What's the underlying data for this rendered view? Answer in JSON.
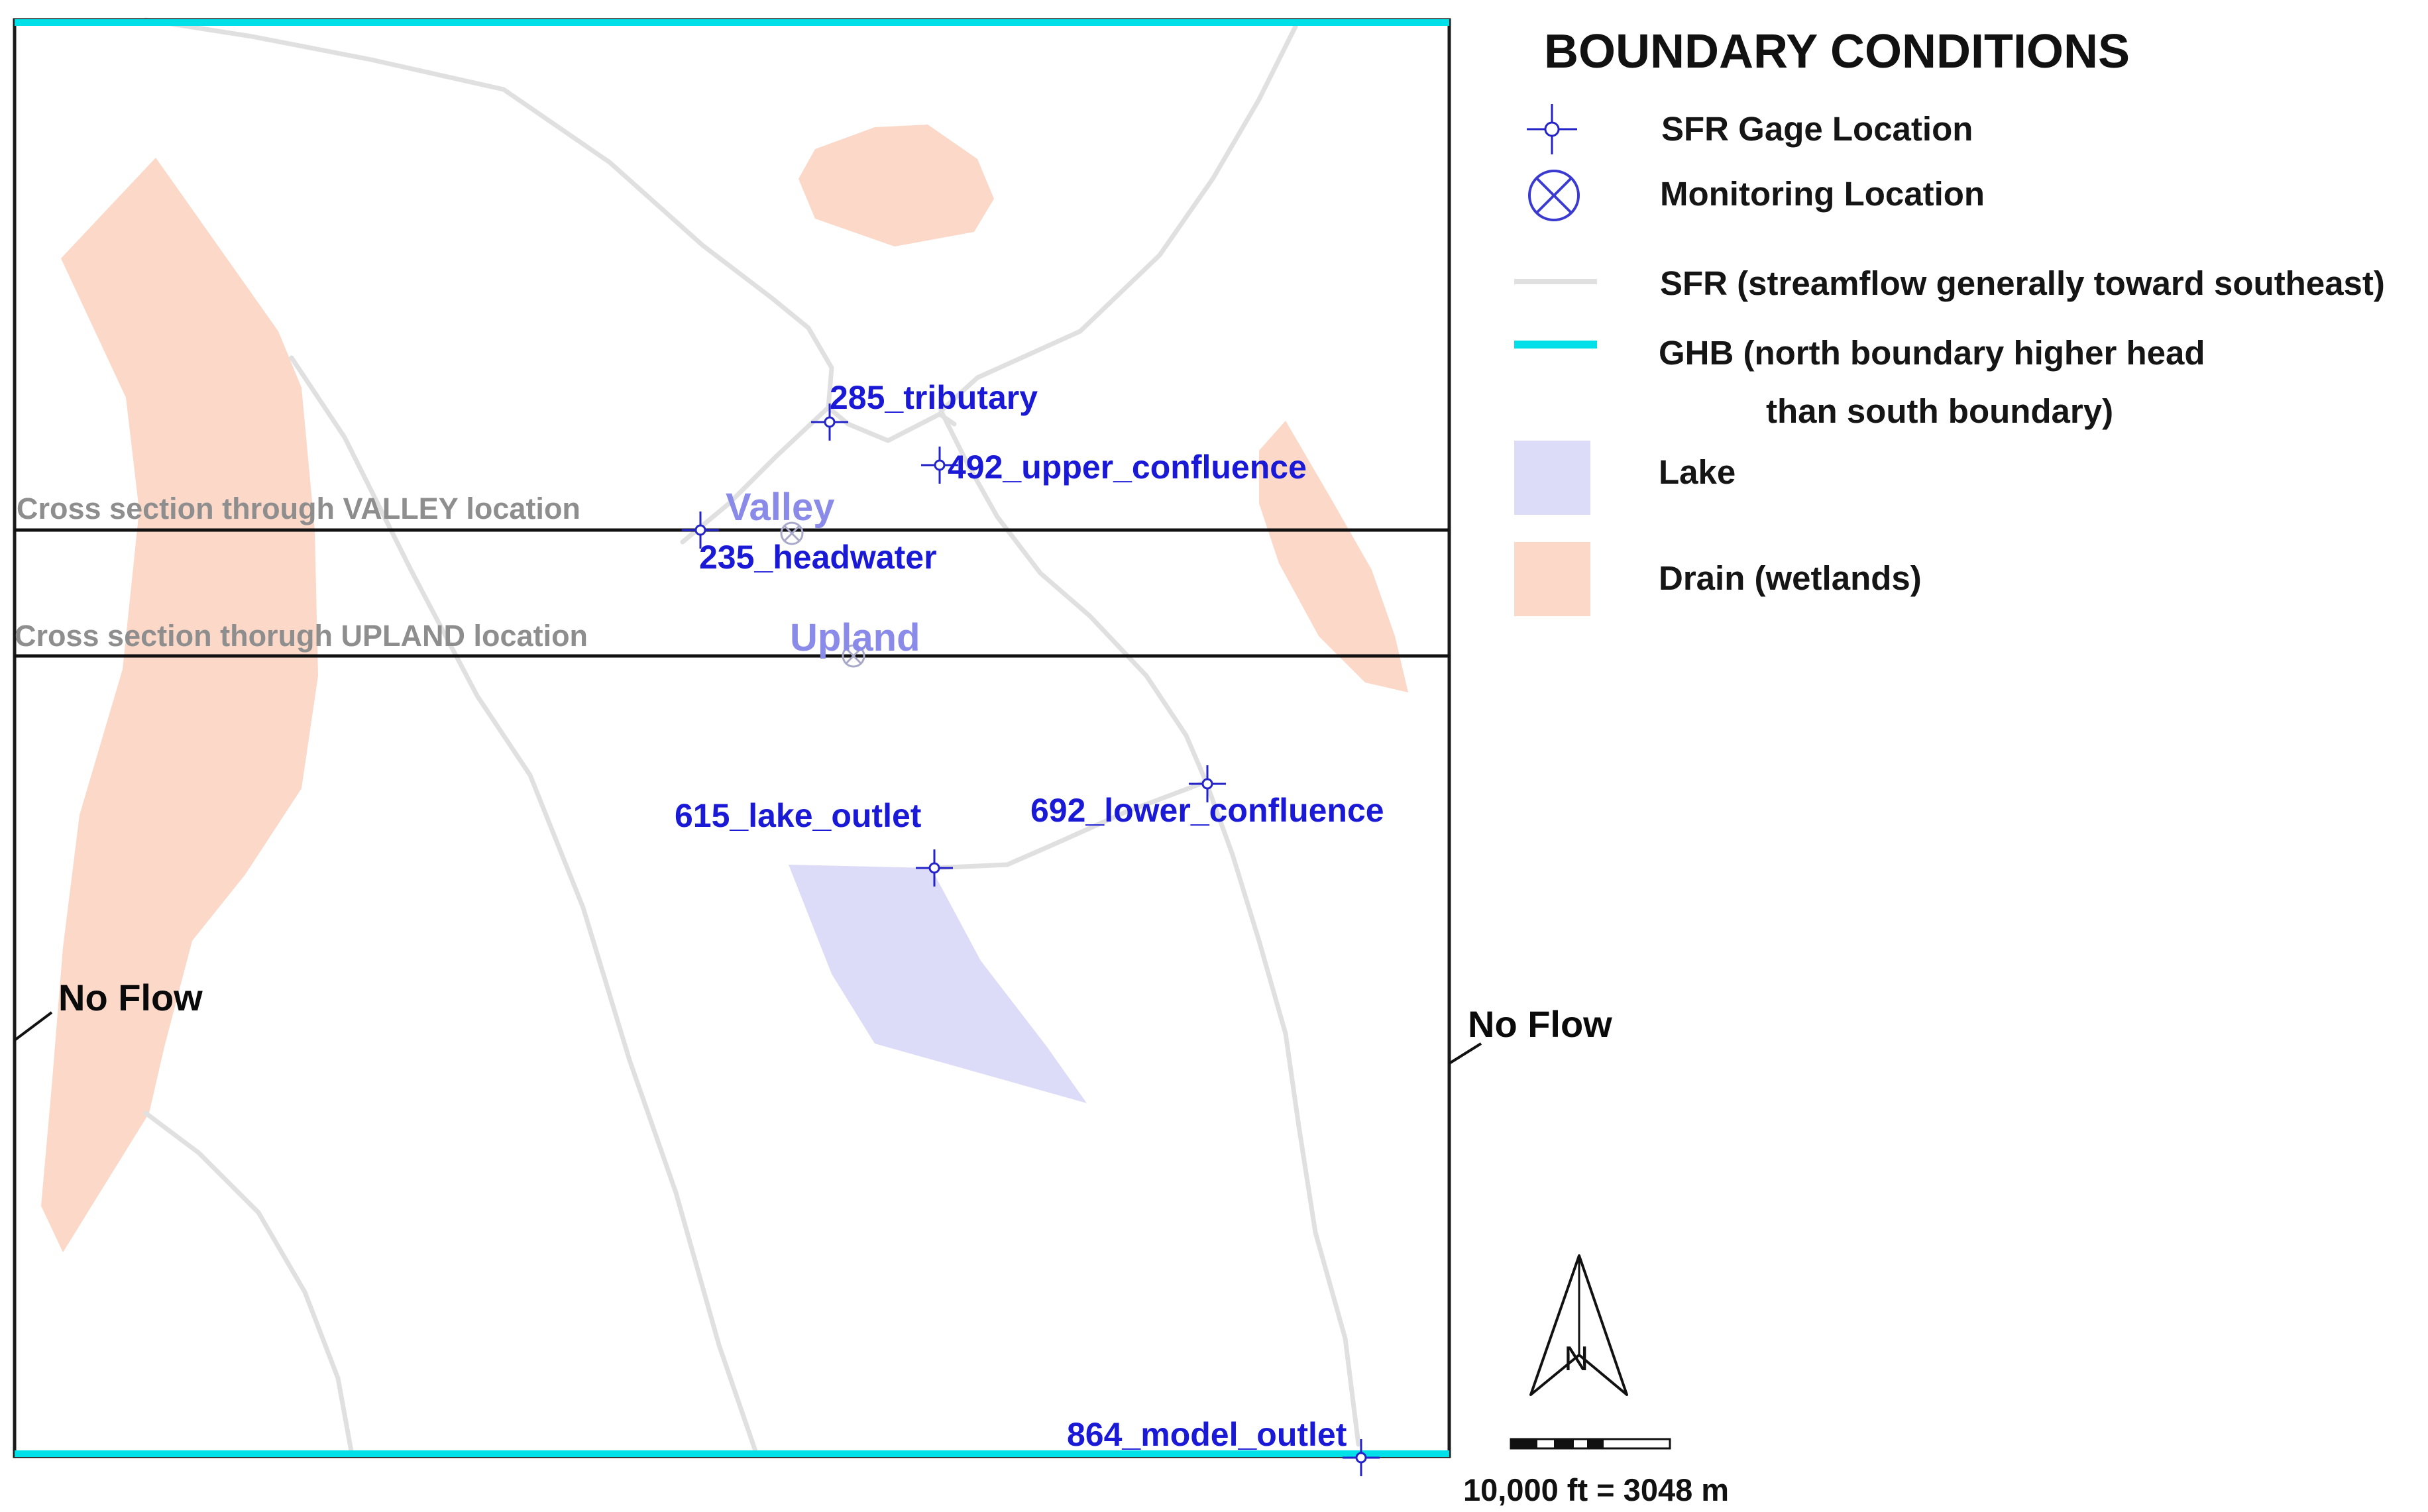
{
  "legend": {
    "title": "BOUNDARY CONDITIONS",
    "items": [
      {
        "label": "SFR Gage Location",
        "icon": "gage-crosshair-icon"
      },
      {
        "label": "Monitoring Location",
        "icon": "monitoring-crossed-circle-icon"
      },
      {
        "label": "SFR (streamflow generally toward southeast)",
        "icon": "sfr-line-swatch"
      },
      {
        "label": "GHB (north boundary higher head",
        "label_line2": "than south boundary)",
        "icon": "ghb-line-swatch"
      },
      {
        "label": "Lake",
        "icon": "lake-swatch"
      },
      {
        "label": "Drain (wetlands)",
        "icon": "drain-swatch"
      }
    ]
  },
  "colors": {
    "ghb": "#00e0e8",
    "sfr": "#e0e0e0",
    "lake": "#dcdcf8",
    "drain": "#fbd8c8",
    "gage_label": "#1a1ad6",
    "location_label": "#8a8ae8",
    "cross_section_label": "#8e8e8e",
    "frame": "#1a1a1a"
  },
  "gages": [
    {
      "label": "285_tributary"
    },
    {
      "label": "492_upper_confluence"
    },
    {
      "label": "235_headwater"
    },
    {
      "label": "615_lake_outlet"
    },
    {
      "label": "692_lower_confluence"
    },
    {
      "label": "864_model_outlet"
    }
  ],
  "monitoring_locations": [
    {
      "label": "Valley"
    },
    {
      "label": "Upland"
    }
  ],
  "cross_sections": [
    {
      "label": "Cross section through VALLEY location"
    },
    {
      "label": "Cross section thorugh UPLAND location"
    }
  ],
  "no_flow": [
    {
      "label": "No Flow"
    },
    {
      "label": "No Flow"
    }
  ],
  "north_arrow": {
    "letter": "N",
    "icon": "north-arrow-icon"
  },
  "scale_bar": {
    "label": "10,000 ft = 3048 m"
  }
}
